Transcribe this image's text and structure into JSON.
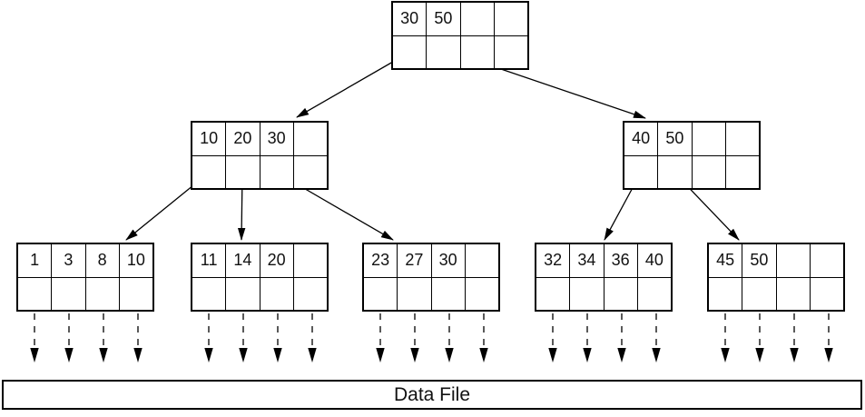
{
  "colors": {
    "line": "#000000",
    "background": "#ffffff",
    "text": "#111111"
  },
  "tree": {
    "root": {
      "keys": [
        "30",
        "50",
        "",
        ""
      ]
    },
    "internal_nodes": [
      {
        "keys": [
          "10",
          "20",
          "30",
          ""
        ]
      },
      {
        "keys": [
          "40",
          "50",
          "",
          ""
        ]
      }
    ],
    "leaf_nodes": [
      {
        "keys": [
          "1",
          "3",
          "8",
          "10"
        ]
      },
      {
        "keys": [
          "11",
          "14",
          "20",
          ""
        ]
      },
      {
        "keys": [
          "23",
          "27",
          "30",
          ""
        ]
      },
      {
        "keys": [
          "32",
          "34",
          "36",
          "40"
        ]
      },
      {
        "keys": [
          "45",
          "50",
          "",
          ""
        ]
      }
    ],
    "data_file_label": "Data File"
  }
}
